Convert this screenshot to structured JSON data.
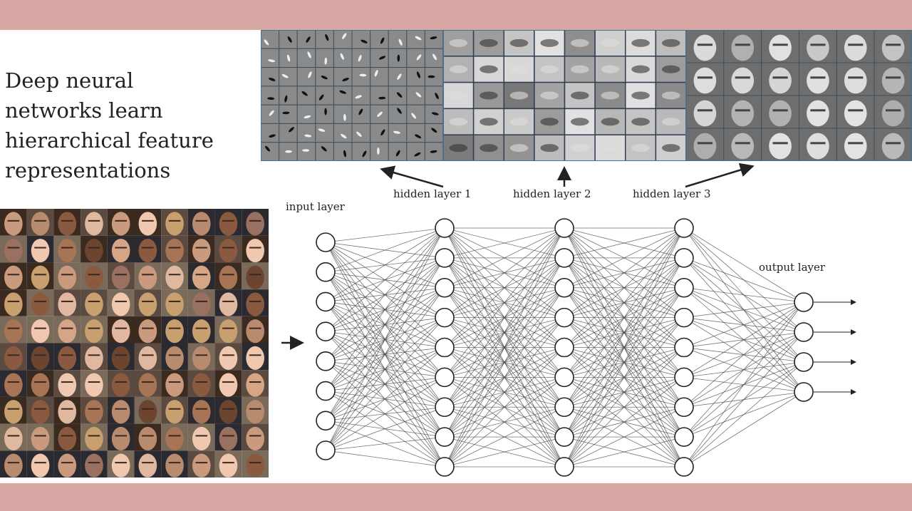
{
  "headline": [
    "Deep neural",
    "networks learn",
    "hierarchical feature",
    "representations"
  ],
  "labels": {
    "input": "input layer",
    "hidden1": "hidden layer 1",
    "hidden2": "hidden layer 2",
    "hidden3": "hidden layer 3",
    "output": "output layer"
  },
  "network": {
    "layer_sizes": [
      8,
      9,
      9,
      9,
      4
    ]
  },
  "colors": {
    "band": "#d8a8a4",
    "panel_border": "#4a6f8f"
  }
}
